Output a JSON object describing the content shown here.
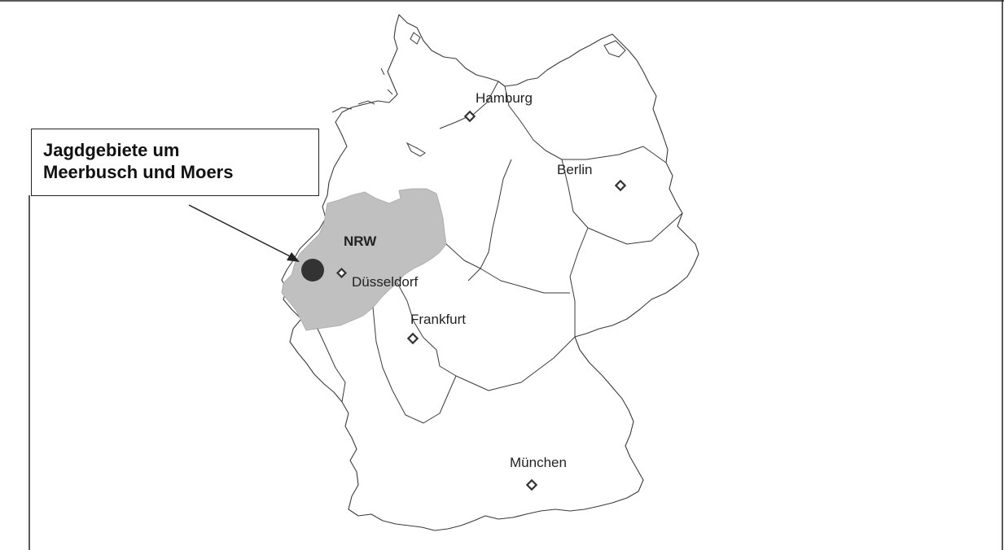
{
  "callout": {
    "line1": "Jagdgebiete um",
    "line2": "Meerbusch und Moers"
  },
  "region": {
    "label": "NRW",
    "fill_color": "#c0c0c0"
  },
  "cities": {
    "hamburg": "Hamburg",
    "berlin": "Berlin",
    "duesseldorf": "Düsseldorf",
    "frankfurt": "Frankfurt",
    "muenchen": "München"
  },
  "colors": {
    "outline": "#3a3a3a",
    "marker": "#333333",
    "hunting_area": "#333333",
    "background": "#ffffff"
  },
  "icons": {
    "city_marker": "diamond-marker-icon",
    "hunting_area_marker": "filled-circle-icon"
  }
}
